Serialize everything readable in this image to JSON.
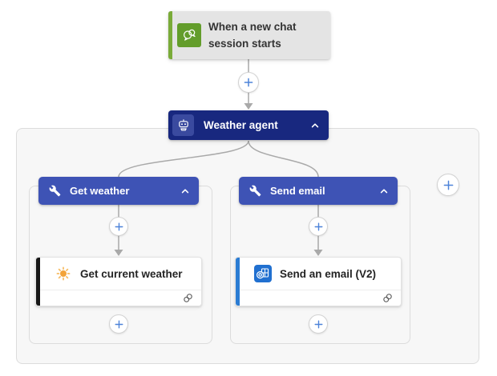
{
  "trigger": {
    "label": "When a new chat session starts",
    "icon": "chat-bubbles-icon",
    "bg_color": "#e4e4e4",
    "accent_color": "#7aab39",
    "icon_bg_color": "#639d2b"
  },
  "agent": {
    "label": "Weather agent",
    "icon": "bot-icon",
    "bg_color": "#18287f",
    "collapse_icon": "chevron-up-icon"
  },
  "branches": [
    {
      "header": {
        "label": "Get weather",
        "icon": "wrench-icon",
        "bg_color": "#3e53b5",
        "collapse_icon": "chevron-up-icon"
      },
      "action": {
        "label": "Get current weather",
        "icon": "sun-icon",
        "accent_color": "#161616",
        "connection_icon": "link-icon"
      }
    },
    {
      "header": {
        "label": "Send email",
        "icon": "wrench-icon",
        "bg_color": "#3e53b5",
        "collapse_icon": "chevron-up-icon"
      },
      "action": {
        "label": "Send an email (V2)",
        "icon": "outlook-icon",
        "accent_color": "#2b7cd3",
        "connection_icon": "link-icon"
      }
    }
  ],
  "connectors": {
    "line_color": "#a9a9a9",
    "plus_color": "#4d83d9",
    "insert_points": [
      "after-trigger",
      "get-weather-before-action",
      "send-email-before-action",
      "get-weather-after-action",
      "send-email-after-action",
      "add-tool-right"
    ]
  },
  "panels": {
    "bg_color": "#f7f7f7",
    "border_color": "#dcdcdc"
  },
  "colors": {
    "sun": "#f2a339",
    "sun_rays": "#f7bc63",
    "outlook_icon_bg": "#2170d0",
    "card_text": "#242424"
  }
}
